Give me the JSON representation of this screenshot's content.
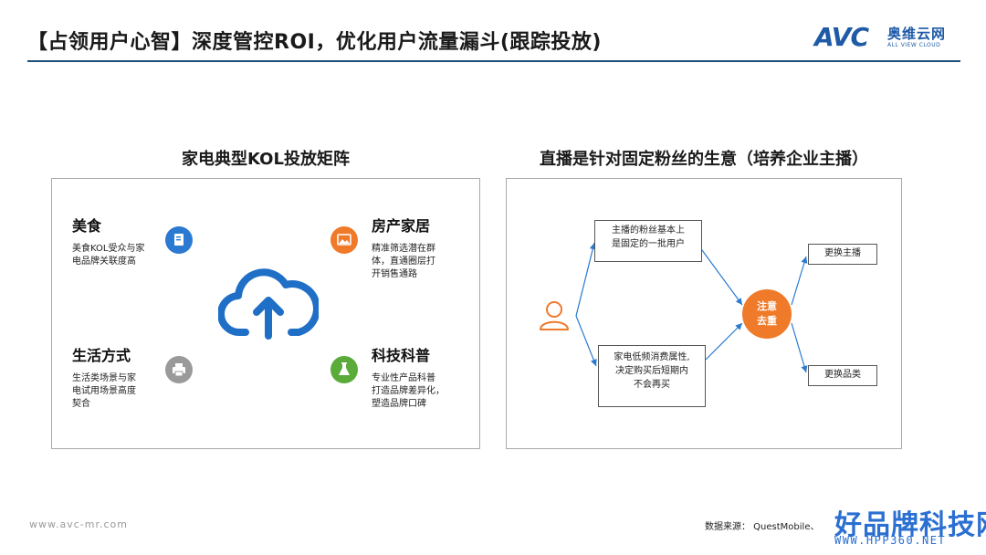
{
  "header": {
    "title": "【占领用户心智】深度管控ROI，优化用户流量漏斗(跟踪投放)",
    "logo": {
      "brand": "AVC",
      "cn": "奥维云网",
      "en": "ALL VIEW CLOUD",
      "color": "#1f5aa6"
    }
  },
  "left_panel": {
    "title": "家电典型KOL投放矩阵",
    "center_icon": "cloud-upload-icon",
    "quadrants": [
      {
        "heading": "美食",
        "lines": [
          "美食KOL受众与家",
          "电品牌关联度高"
        ],
        "icon": "document-icon",
        "color": "#2a7ad1"
      },
      {
        "heading": "房产家居",
        "lines": [
          "精准筛选潜在群",
          "体，直通圈层打",
          "开销售通路"
        ],
        "icon": "image-icon",
        "color": "#ef7a2a"
      },
      {
        "heading": "生活方式",
        "lines": [
          "生活类场景与家",
          "电试用场景高度",
          "契合"
        ],
        "icon": "printer-icon",
        "color": "#9a9a9a"
      },
      {
        "heading": "科技科普",
        "lines": [
          "专业性产品科普",
          "打造品牌差异化，",
          "塑造品牌口碑"
        ],
        "icon": "flask-icon",
        "color": "#5aab3a"
      }
    ]
  },
  "right_panel": {
    "title": "直播是针对固定粉丝的生意（培养企业主播）",
    "user_icon": "user-icon",
    "top_box": [
      "主播的粉丝基本上",
      "是固定的一批用户"
    ],
    "bottom_box": [
      "家电低频消费属性,",
      "决定购买后短期内",
      "不会再买"
    ],
    "center": [
      "注意",
      "去重"
    ],
    "outcomes": [
      "更换主播",
      "更换品类"
    ],
    "accent": "#ef7a2a",
    "arrow_color": "#2a7ad1"
  },
  "footer": {
    "url": "www.avc-mr.com",
    "source": "数据来源： QuestMobile、",
    "watermark_cn": "好品牌科技网",
    "watermark_en": "WWW.HPP360.NET"
  }
}
